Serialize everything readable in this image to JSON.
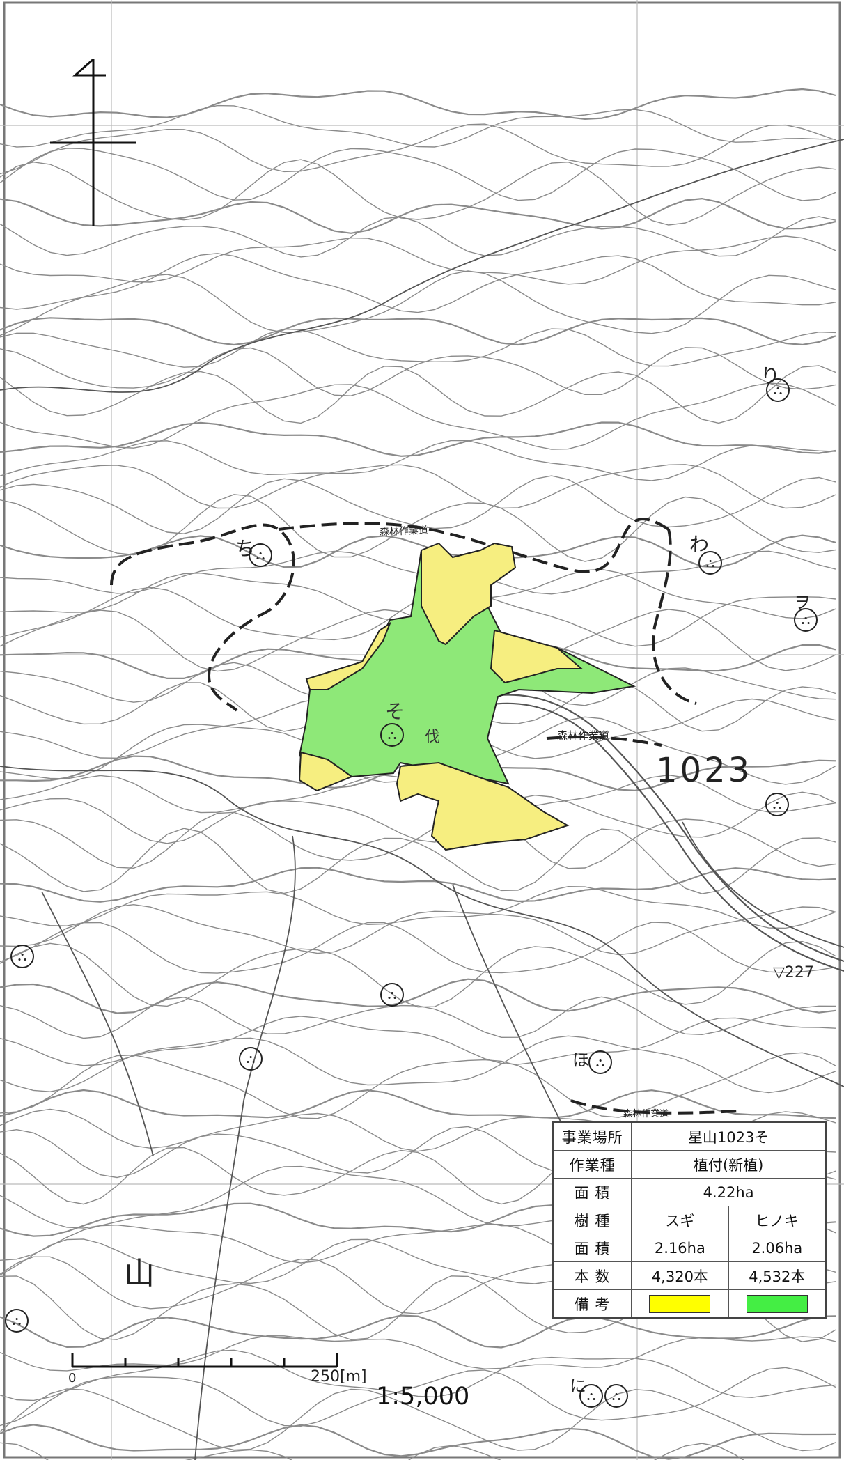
{
  "map": {
    "compartment_number": "1023",
    "road_label": "森林作業道",
    "stand_marks": [
      "そ",
      "伐"
    ],
    "sub_compartments": [
      "ち",
      "わ",
      "り",
      "ヲ",
      "ほ",
      "に"
    ],
    "map_kanji": "山",
    "elevation_mark": "▽227"
  },
  "legend": {
    "rows": [
      {
        "label": "事業場所",
        "value": "星山1023そ"
      },
      {
        "label": "作業種",
        "value": "植付(新植)"
      },
      {
        "label": "面 積",
        "value": "4.22ha"
      }
    ],
    "species_header": {
      "label": "樹 種",
      "col1": "スギ",
      "col2": "ヒノキ"
    },
    "area_row": {
      "label": "面 積",
      "col1": "2.16ha",
      "col2": "2.06ha"
    },
    "count_row": {
      "label": "本 数",
      "col1": "4,320本",
      "col2": "4,532本"
    },
    "remarks_label": "備 考",
    "colors": {
      "sugi": "#f6ee80",
      "hinoki": "#8ee878",
      "sugi_swatch": "#ffff00",
      "hinoki_swatch": "#44ee44"
    }
  },
  "scale": {
    "zero_label": "0",
    "end_label": "250[m]",
    "ratio_label": "1:5,000"
  }
}
